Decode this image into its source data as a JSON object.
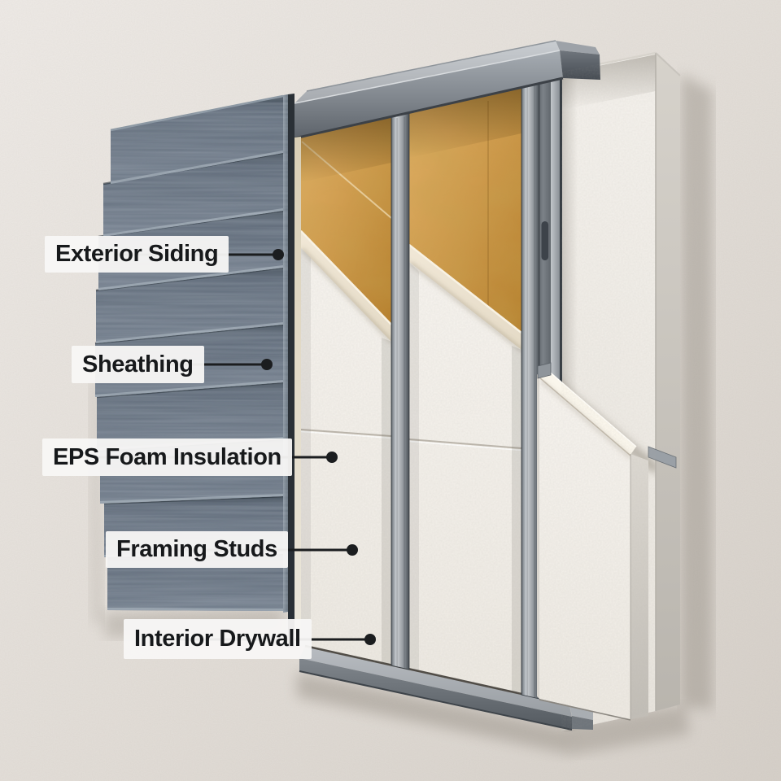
{
  "diagram": {
    "type": "wall-assembly-cutaway-illustration",
    "description": "3D cutaway diagram of an exterior wall assembly mounted on a neutral wall, with five annotated layers",
    "labels": [
      {
        "id": "exterior-siding",
        "text": "Exterior Siding"
      },
      {
        "id": "sheathing",
        "text": "Sheathing"
      },
      {
        "id": "eps-foam-insulation",
        "text": "EPS Foam Insulation"
      },
      {
        "id": "framing-studs",
        "text": "Framing Studs"
      },
      {
        "id": "interior-drywall",
        "text": "Interior Drywall"
      }
    ],
    "colors": {
      "wall_background": "#E4DFD9",
      "siding": "#6E7987",
      "metal_framing": "#A9AEB3",
      "sheathing_board": "#CE9A4E",
      "foam_insulation": "#F3F0EA",
      "drywall": "#F1EEE8",
      "label_background": "#F7F6F4",
      "label_text": "#1B1D1F",
      "leader_line": "#1B1D1F"
    }
  }
}
